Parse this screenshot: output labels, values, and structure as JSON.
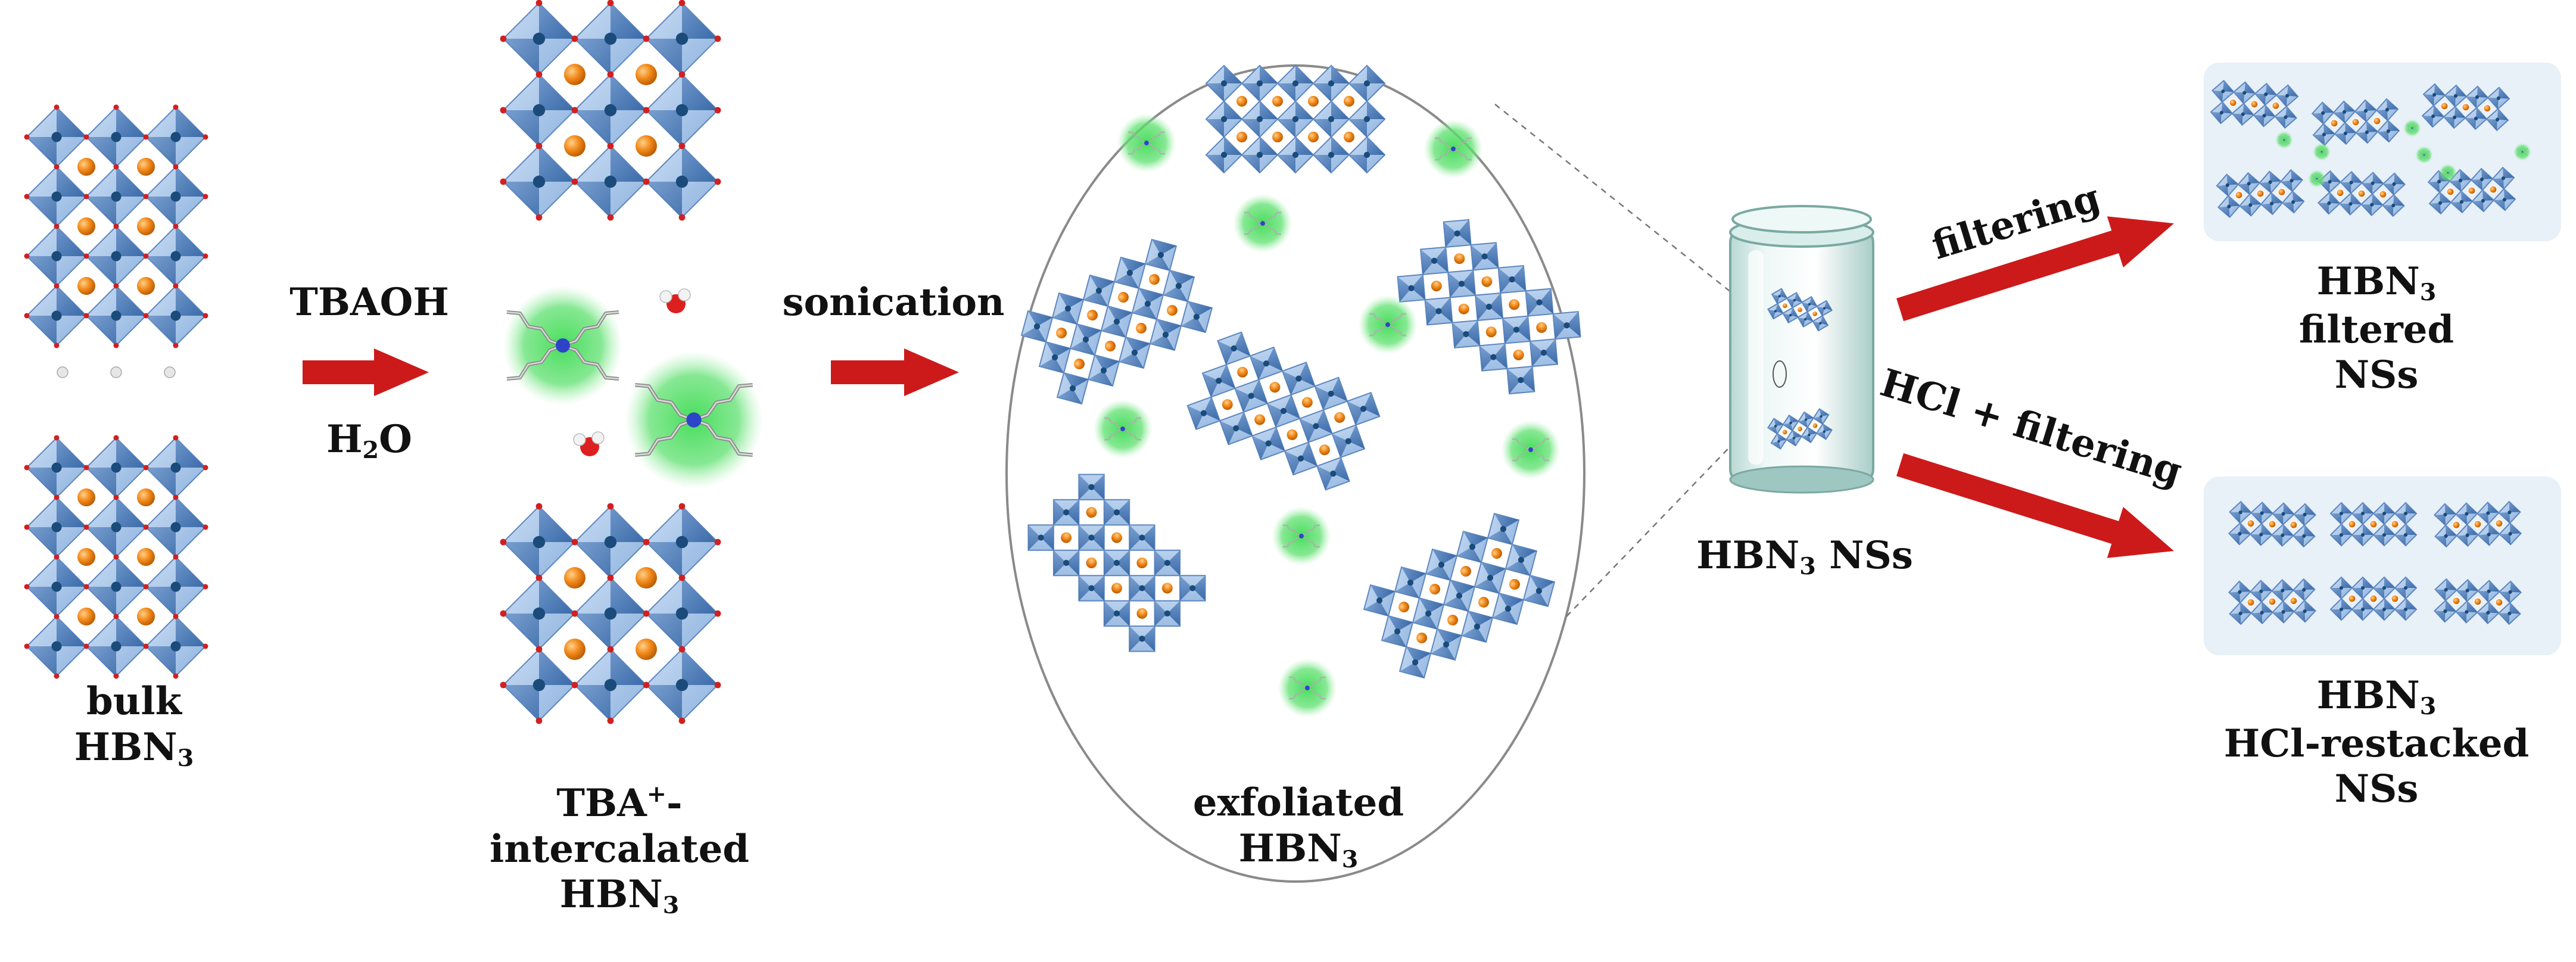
{
  "steps": {
    "bulk": {
      "line1": "bulk",
      "line2_main": "HBN",
      "line2_sub": "3"
    },
    "intercalated": {
      "line1_main": "TBA",
      "line1_sup": "+",
      "line1_tail": "-",
      "line2": "intercalated",
      "line3_main": "HBN",
      "line3_sub": "3"
    },
    "exfoliated": {
      "line1": "exfoliated",
      "line2_main": "HBN",
      "line2_sub": "3"
    },
    "vial": {
      "main": "HBN",
      "sub": "3",
      "tail": " NSs"
    },
    "filtered": {
      "line1_main": "HBN",
      "line1_sub": "3",
      "line2": "filtered",
      "line3": "NSs"
    },
    "restacked": {
      "line1_main": "HBN",
      "line1_sub": "3",
      "line2": "HCl-restacked",
      "line3": "NSs"
    }
  },
  "arrows": {
    "tbaoh": {
      "top": "TBAOH",
      "bottom_main": "H",
      "bottom_sub": "2",
      "bottom_tail": "O"
    },
    "sonication": {
      "label": "sonication"
    },
    "filtering": {
      "label": "filtering"
    },
    "hcl": {
      "label": "HCl + filtering"
    }
  },
  "colors": {
    "arrow": "#cc1a1a",
    "octahedron_light": "#a9c6e8",
    "octahedron_dark": "#4a76b0",
    "cation": "#f28a1c",
    "tba_glow": "#3ddc52"
  }
}
